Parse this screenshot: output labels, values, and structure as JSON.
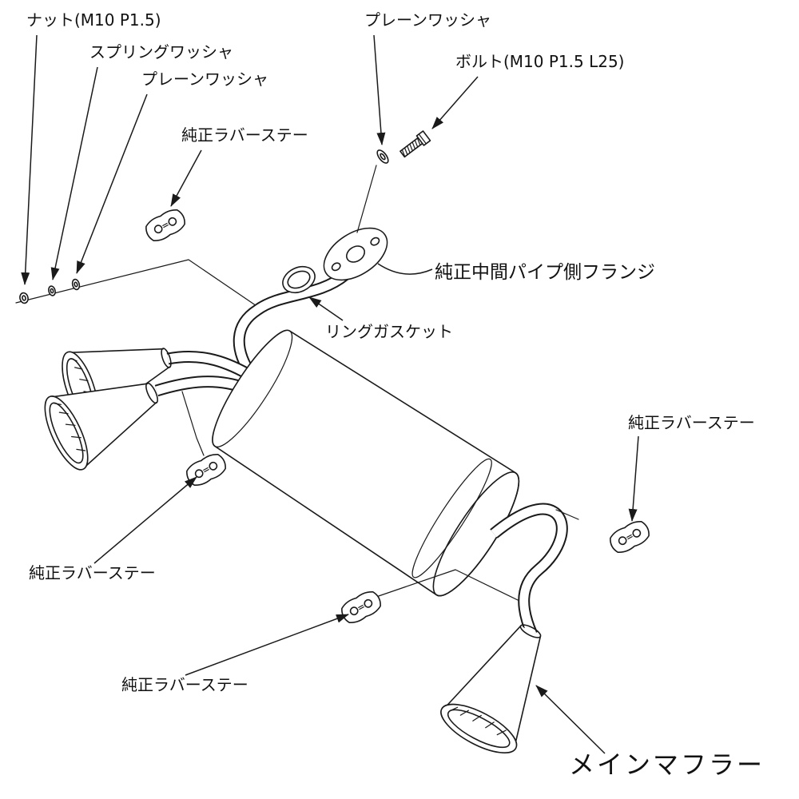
{
  "diagram": {
    "background": "#ffffff",
    "line_color": "#1a1a1a",
    "labels": {
      "nut": "ナット(M10 P1.5)",
      "spring_washer": "スプリングワッシャ",
      "plain_washer_left": "プレーンワッシャ",
      "plain_washer_top": "プレーンワッシャ",
      "bolt": "ボルト(M10 P1.5 L25)",
      "stay_top": "純正ラバーステー",
      "stay_left": "純正ラバーステー",
      "stay_bottom": "純正ラバーステー",
      "stay_right": "純正ラバーステー",
      "flange": "純正中間パイプ側フランジ",
      "ring_gasket": "リングガスケット",
      "main_muffler": "メインマフラー"
    }
  }
}
